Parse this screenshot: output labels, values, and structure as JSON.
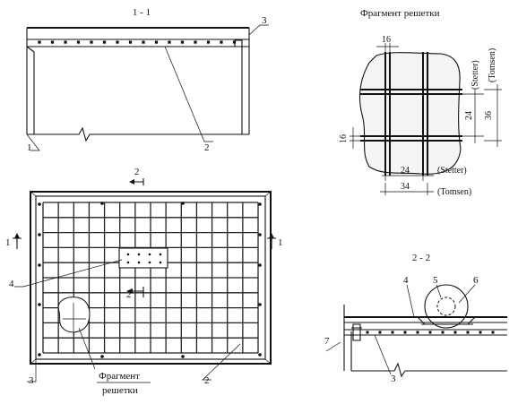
{
  "titles": {
    "section_1_1": "1 - 1",
    "section_2_2": "2 - 2",
    "fragment": "Фрагмент решетки"
  },
  "labels": {
    "n1": "1",
    "n2": "2",
    "n3": "3",
    "n4": "4",
    "n5": "5",
    "n6": "6",
    "n7": "7"
  },
  "plan": {
    "fragment_line1": "Фрагмент",
    "fragment_line2": "решетки",
    "cut_2_top": "2",
    "cut_2_bottom": "2",
    "cut_1_left": "1",
    "cut_1_right": "1"
  },
  "fragment_dims": {
    "d16_top": "16",
    "d16_left": "16",
    "d24_vert": "24",
    "d36_vert": "36",
    "d24_horiz": "24",
    "d34_horiz": "34",
    "stetter_v": "(Stetter)",
    "tomsen_v": "(Tomsen)",
    "stetter_h": "(Stetter)",
    "tomsen_h": "(Tomsen)"
  }
}
